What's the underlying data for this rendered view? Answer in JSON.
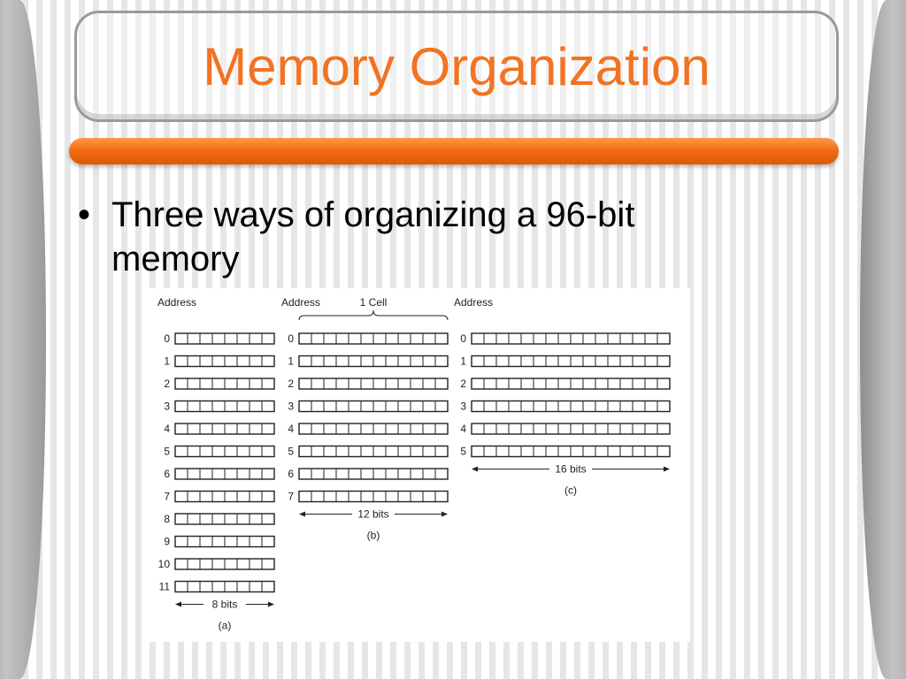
{
  "slide": {
    "title": "Memory Organization",
    "bullet_symbol": "•",
    "bullet": "Three ways of organizing a 96-bit memory"
  },
  "diagram": {
    "cell_label": "1 Cell",
    "panels": [
      {
        "header": "Address",
        "addresses": [
          "0",
          "1",
          "2",
          "3",
          "4",
          "5",
          "6",
          "7",
          "8",
          "9",
          "10",
          "11"
        ],
        "bits": 8,
        "width_label": "8 bits",
        "caption": "(a)"
      },
      {
        "header": "Address",
        "addresses": [
          "0",
          "1",
          "2",
          "3",
          "4",
          "5",
          "6",
          "7"
        ],
        "bits": 12,
        "width_label": "12 bits",
        "caption": "(b)"
      },
      {
        "header": "Address",
        "addresses": [
          "0",
          "1",
          "2",
          "3",
          "4",
          "5"
        ],
        "bits": 16,
        "width_label": "16 bits",
        "caption": "(c)"
      }
    ]
  }
}
